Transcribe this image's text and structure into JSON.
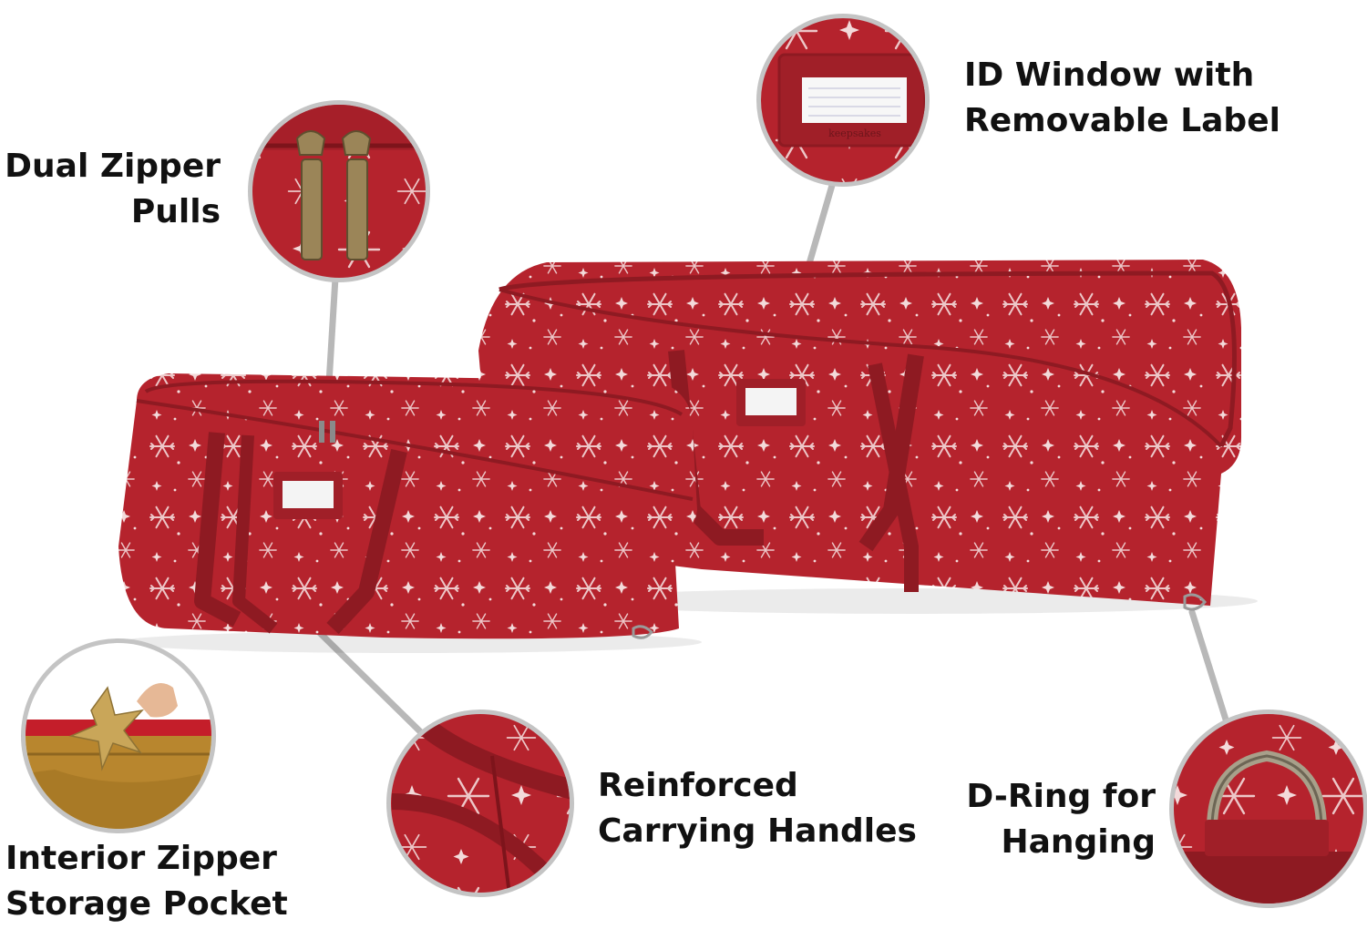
{
  "callouts": {
    "dual_zipper": {
      "line1": "Dual Zipper",
      "line2": "Pulls"
    },
    "id_window": {
      "line1": "ID Window with",
      "line2": "Removable Label"
    },
    "interior_pocket": {
      "line1": "Interior Zipper",
      "line2": "Storage Pocket"
    },
    "handles": {
      "line1": "Reinforced",
      "line2": "Carrying Handles"
    },
    "d_ring": {
      "line1": "D-Ring for",
      "line2": "Hanging"
    }
  },
  "product": {
    "brand_tag": "keepsakes"
  },
  "colors": {
    "bag_red": "#b5232d",
    "bag_dark": "#8e1a22",
    "snowflake": "#f3dada",
    "connector": "#b8b8b8",
    "pocket_gold": "#b8862e",
    "zipper_brass": "#9b8558"
  }
}
